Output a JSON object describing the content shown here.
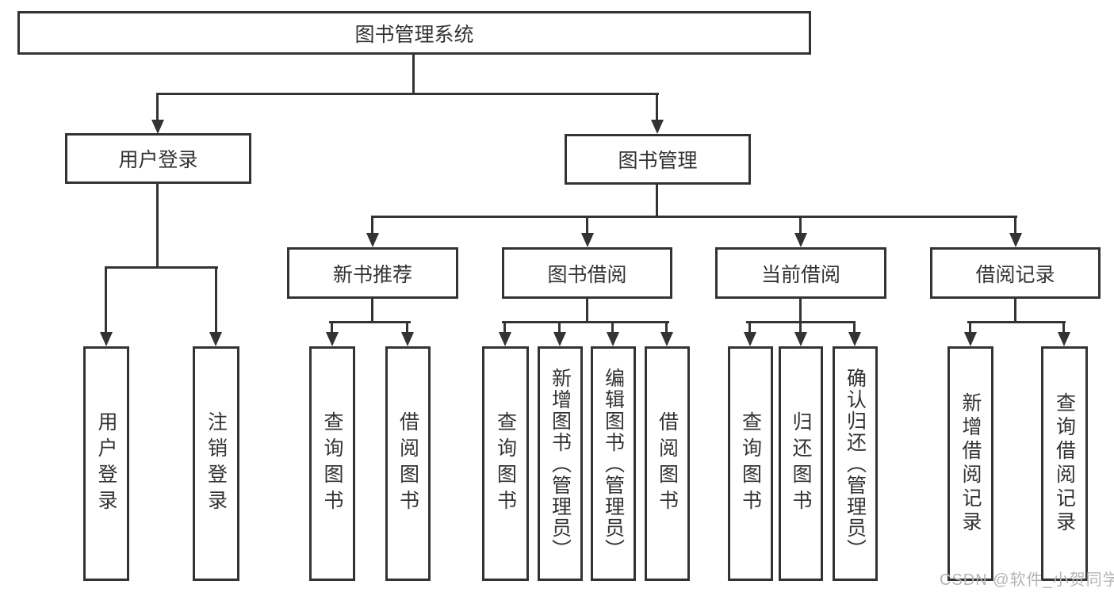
{
  "diagram": {
    "root": {
      "label": "图书管理系统"
    },
    "branches": [
      {
        "label": "用户登录",
        "children": [
          {
            "label": "用户登录"
          },
          {
            "label": "注销登录"
          }
        ]
      },
      {
        "label": "图书管理",
        "groups": [
          {
            "label": "新书推荐",
            "children": [
              {
                "label": "查询图书"
              },
              {
                "label": "借阅图书"
              }
            ]
          },
          {
            "label": "图书借阅",
            "children": [
              {
                "label": "查询图书"
              },
              {
                "label": "新增图书（管理员）"
              },
              {
                "label": "编辑图书（管理员）"
              },
              {
                "label": "借阅图书"
              }
            ]
          },
          {
            "label": "当前借阅",
            "children": [
              {
                "label": "查询图书"
              },
              {
                "label": "归还图书"
              },
              {
                "label": "确认归还（管理员）"
              }
            ]
          },
          {
            "label": "借阅记录",
            "children": [
              {
                "label": "新增借阅记录"
              },
              {
                "label": "查询借阅记录"
              }
            ]
          }
        ]
      }
    ]
  },
  "watermark": {
    "text": "CSDN @软件_小贺同学"
  },
  "colors": {
    "line": "#333333",
    "text": "#333333",
    "background": "#ffffff",
    "watermark": "#b5b5b5"
  }
}
